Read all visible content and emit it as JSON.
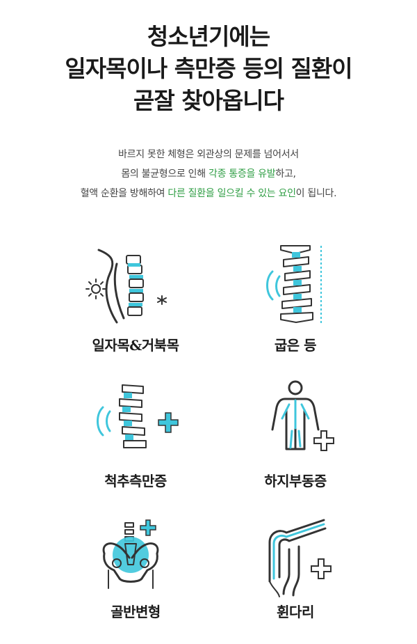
{
  "headline": {
    "line1": "청소년기에는",
    "line2": "일자목이나 측만증 등의 질환이",
    "line3": "곧잘 찾아옵니다"
  },
  "description": {
    "line1": "바르지 못한 체형은 외관상의 문제를 넘어서서",
    "line2_pre": "몸의 불균형으로 인해 ",
    "line2_hl": "각종 통증을 유발",
    "line2_post": "하고,",
    "line3_pre": "혈액 순환을 방해하여 ",
    "line3_hl": "다른 질환을 일으킬 수 있는 요인",
    "line3_post": "이 됩니다."
  },
  "colors": {
    "accent_cyan": "#3fc6dc",
    "highlight_green": "#2f9e44",
    "icon_stroke": "#333333"
  },
  "conditions": [
    {
      "label": "일자목&거북목",
      "icon": "straight-neck-icon"
    },
    {
      "label": "굽은 등",
      "icon": "bent-back-icon"
    },
    {
      "label": "척추측만증",
      "icon": "scoliosis-icon"
    },
    {
      "label": "하지부동증",
      "icon": "leg-length-discrepancy-icon"
    },
    {
      "label": "골반변형",
      "icon": "pelvis-deformity-icon"
    },
    {
      "label": "휜다리",
      "icon": "bow-legs-icon"
    }
  ]
}
